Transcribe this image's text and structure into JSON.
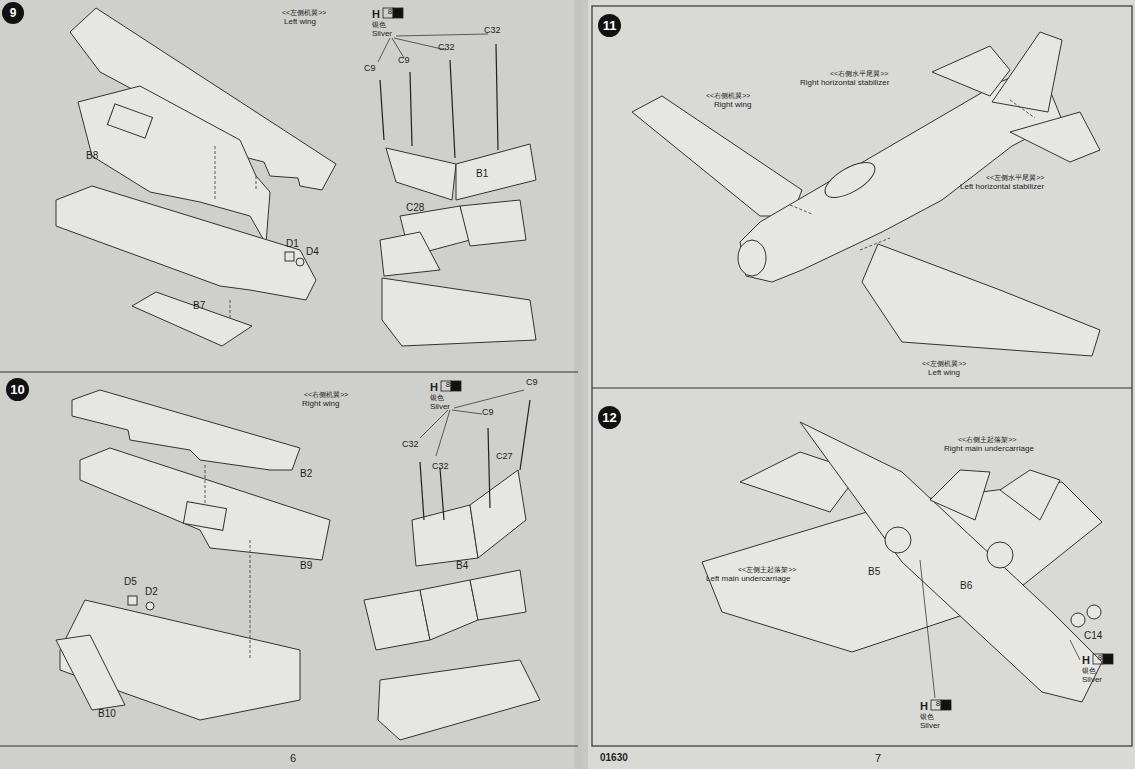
{
  "diagram": {
    "nodes": [
      {
        "text": [
          "9"
        ]
      },
      {
        "text": [
          "10"
        ]
      },
      {
        "text": [
          "11"
        ]
      },
      {
        "text": [
          "12"
        ]
      }
    ],
    "labels": [
      "<<左侧机翼>>",
      "Left wing",
      "H",
      "8",
      "银色",
      "Silver",
      "C9",
      "C9",
      "C32",
      "C32",
      "B8",
      "C28",
      "B1",
      "D1",
      "D4",
      "B7",
      "<<右侧机翼>>",
      "Right wing",
      "H",
      "8",
      "银色",
      "Silver",
      "C9",
      "C9",
      "C32",
      "C32",
      "C27",
      "B2",
      "B9",
      "D5",
      "D2",
      "B4",
      "B10",
      "<<右侧水平尾翼>>",
      "Right horizontal stabilizer",
      "<<右侧机翼>>",
      "Right wing",
      "<<左侧水平尾翼>>",
      "Left horizontal stabilizer",
      "<<左侧机翼>>",
      "Left wing",
      "<<右侧主起落架>>",
      "Right main undercarriage",
      "<<左侧主起落架>>",
      "Left main undercarriage",
      "B5",
      "B6",
      "C14",
      "H",
      "8",
      "银色",
      "Silver",
      "H",
      "8",
      "银色",
      "Silver",
      "6",
      "01630",
      "7"
    ]
  }
}
